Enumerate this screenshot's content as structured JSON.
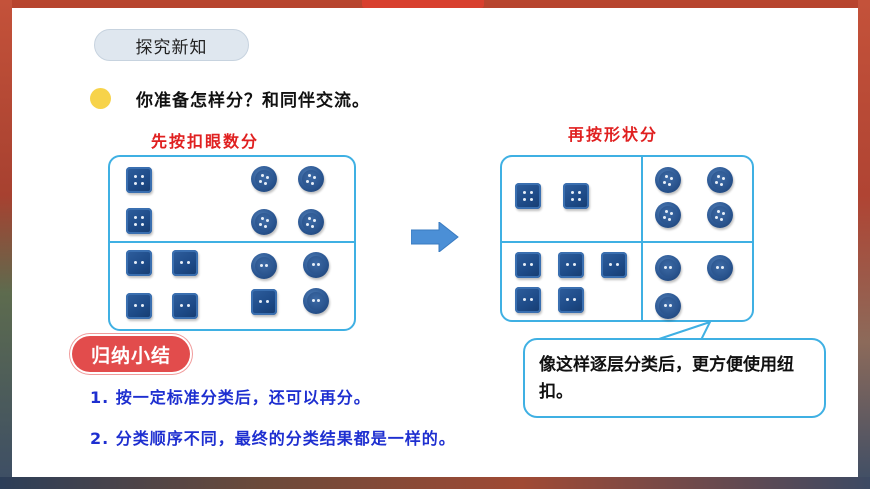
{
  "section_pill": "探究新知",
  "question": "你准备怎样分？和同伴交流。",
  "left_label": "先按扣眼数分",
  "right_label": "再按形状分",
  "summary_badge": "归纳小结",
  "summary_lines": [
    "1. 按一定标准分类后，还可以再分。",
    "2. 分类顺序不同，最终的分类结果都是一样的。"
  ],
  "bubble_text": "像这样逐层分类后，更方便使用纽扣。",
  "colors": {
    "accent_blue": "#3fb0e3",
    "label_red": "#e02020",
    "summary_blue": "#1e2fd0",
    "badge_red": "#e24c4c",
    "bullet_yellow": "#f7d34a"
  },
  "icons": {
    "arrow": "right-arrow-icon",
    "square_button": "square-button-icon",
    "round_button": "round-button-icon"
  }
}
